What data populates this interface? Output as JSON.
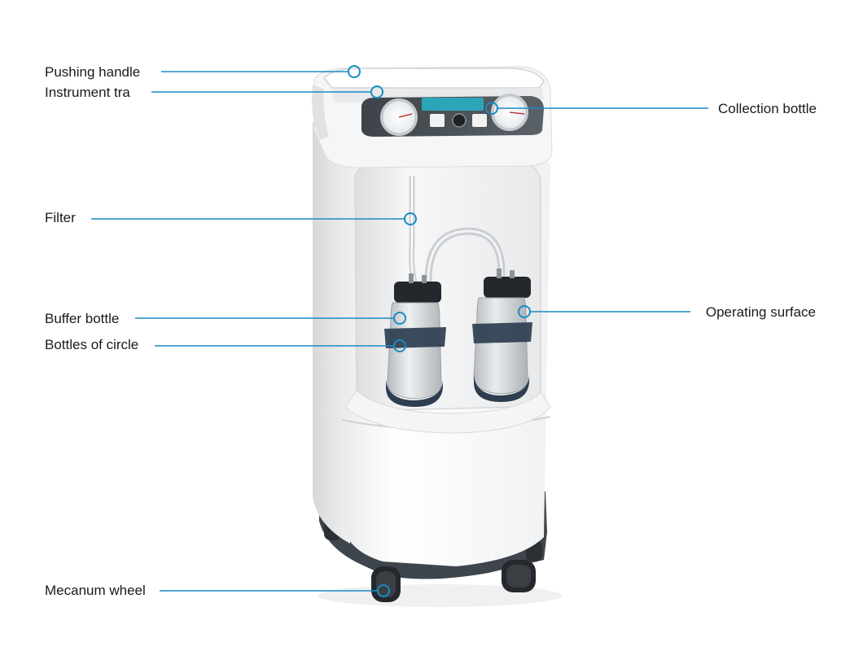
{
  "accent_color": "#1a8cc4",
  "device_name_icon": "suction-unit-illustration",
  "callouts": [
    {
      "id": "pushing-handle",
      "label": "Pushing handle"
    },
    {
      "id": "instrument-tray",
      "label": "Instrument tra"
    },
    {
      "id": "collection-bottle",
      "label": "Collection bottle"
    },
    {
      "id": "filter",
      "label": "Filter"
    },
    {
      "id": "operating-surface",
      "label": "Operating surface"
    },
    {
      "id": "buffer-bottle",
      "label": "Buffer bottle"
    },
    {
      "id": "bottles-of-circle",
      "label": "Bottles of circle"
    },
    {
      "id": "mecanum-wheel",
      "label": "Mecanum wheel"
    }
  ]
}
